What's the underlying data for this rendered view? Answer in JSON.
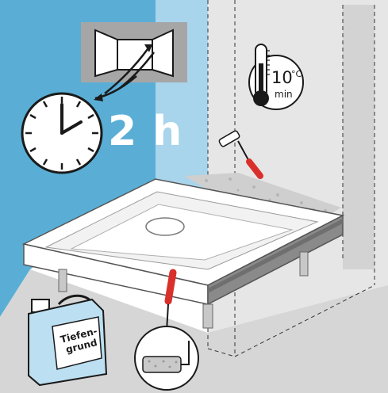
{
  "drying_time": {
    "label": "2 h"
  },
  "temperature": {
    "value": "10",
    "unit": "°C",
    "qualifier": "min"
  },
  "canister": {
    "label_line1": "Tiefen-",
    "label_line2": "grund"
  },
  "colors": {
    "wall_blue": "#5aaed6",
    "wall_light_blue": "#a8d4ec",
    "wall_gray": "#e4e4e4",
    "floor": "#d6d6d6",
    "window_panel": "#a6a6a6",
    "roller_handle": "#d9302b",
    "tray_white": "#ffffff"
  }
}
